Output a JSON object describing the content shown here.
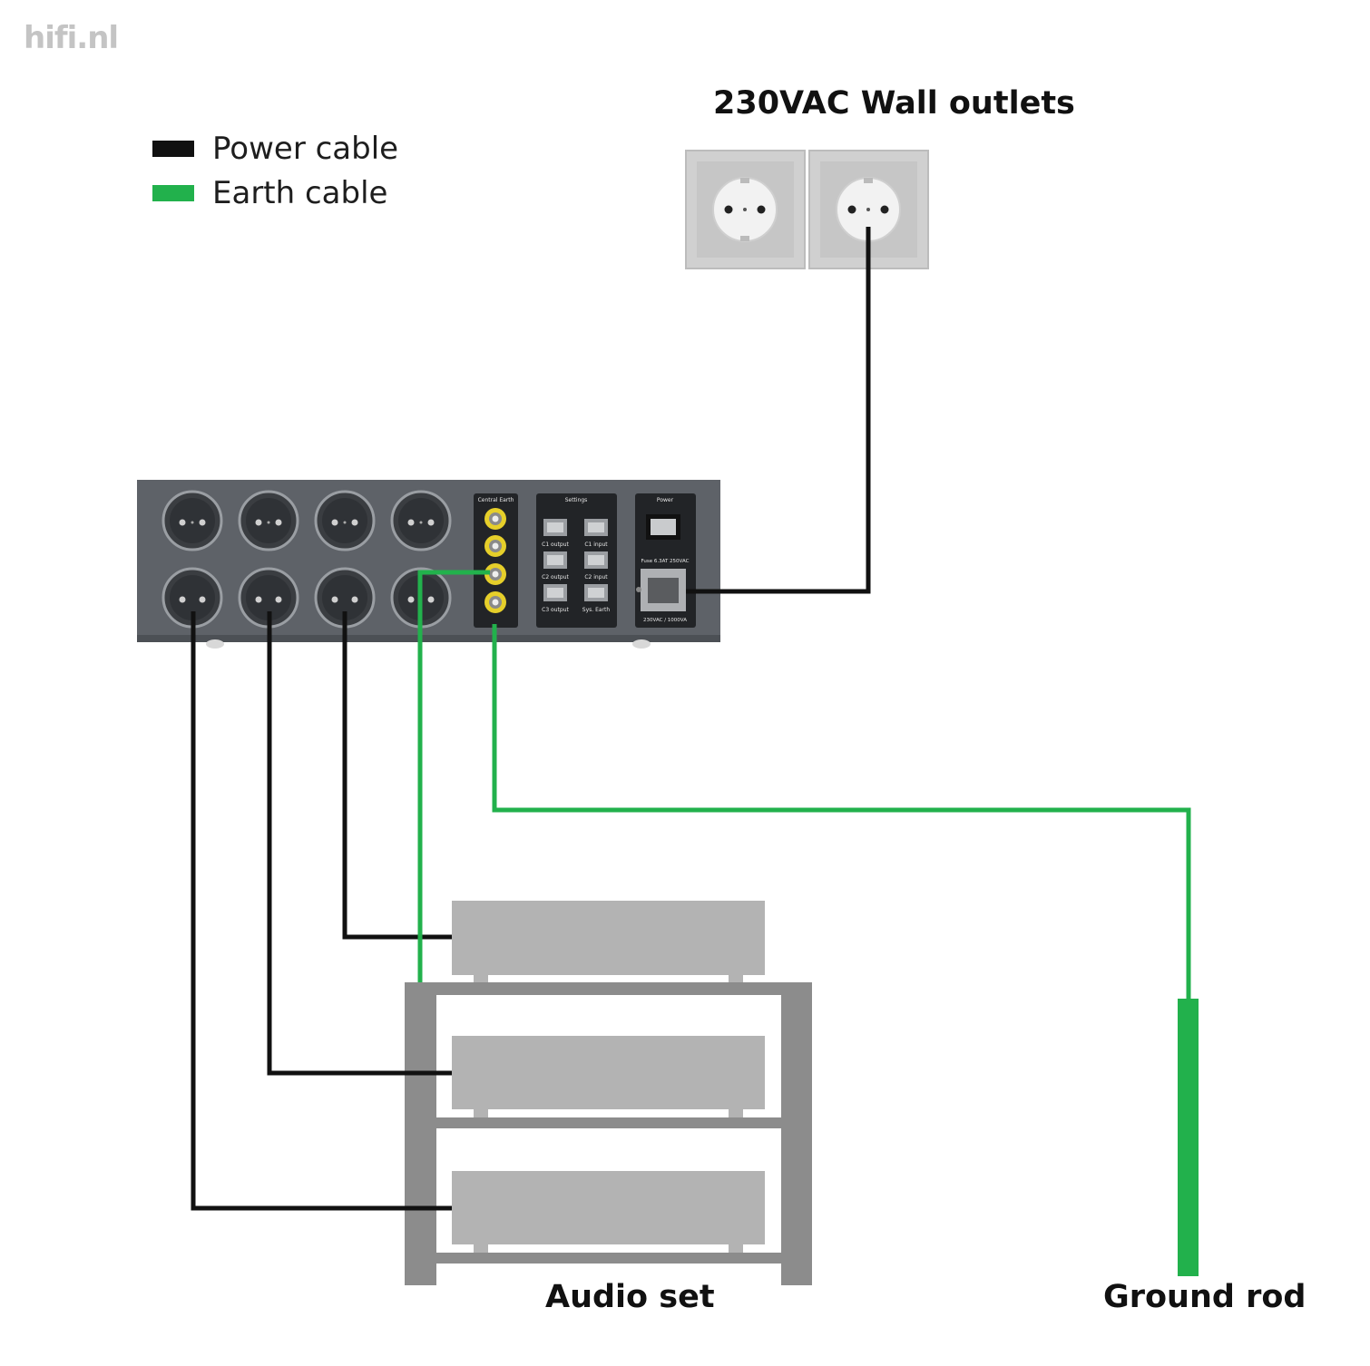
{
  "watermark": "hifi.nl",
  "legend": {
    "items": [
      {
        "label": "Power cable",
        "color": "#111111"
      },
      {
        "label": "Earth cable",
        "color": "#22b14c"
      }
    ]
  },
  "wall_outlets": {
    "title": "230VAC Wall outlets"
  },
  "power_unit": {
    "central_earth_label": "Central Earth",
    "settings_label": "Settings",
    "switch_labels": [
      "C1 output",
      "C1 input",
      "C2 output",
      "C2 input",
      "C3 output",
      "Sys. Earth"
    ],
    "power_label": "Power",
    "fuse_label": "Fuse 6.3AT 250VAC",
    "rating_label": "230VAC / 1000VA"
  },
  "audio_set": {
    "label": "Audio set"
  },
  "ground_rod": {
    "label": "Ground rod"
  },
  "colors": {
    "power_cable": "#111111",
    "earth_cable": "#22b14c",
    "device": "#b3b3b3",
    "rack": "#8c8c8c",
    "unit_body": "#5e6268"
  }
}
